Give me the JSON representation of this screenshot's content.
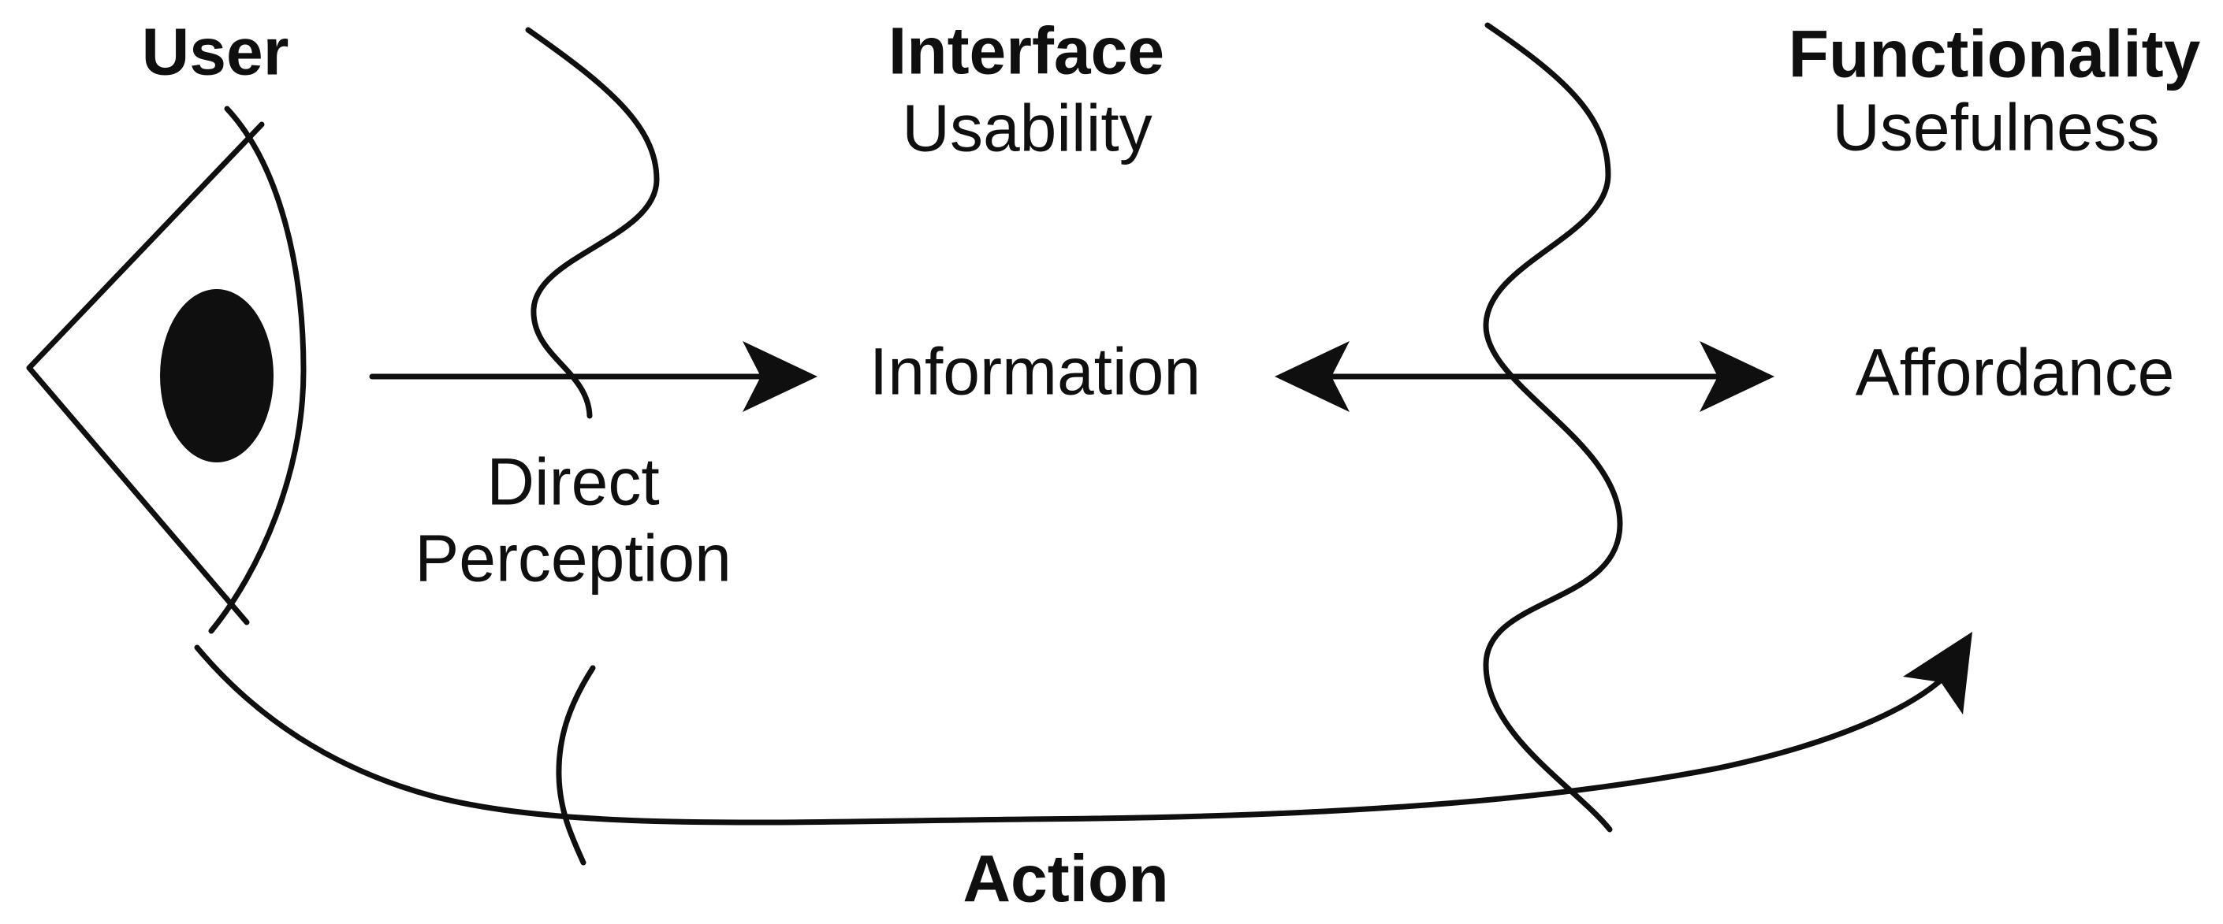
{
  "diagram": {
    "background_color": "#ffffff",
    "ink_color": "#0f0f0f",
    "sections": {
      "user": {
        "title": "User"
      },
      "interface": {
        "title": "Interface",
        "subtitle": "Usability"
      },
      "functionality": {
        "title": "Functionality",
        "subtitle": "Usefulness"
      }
    },
    "nodes": {
      "information": "Information",
      "affordance": "Affordance"
    },
    "arrows": {
      "direct_perception": {
        "line1": "Direct",
        "line2": "Perception"
      },
      "action": "Action"
    },
    "icons": {
      "user_symbol": "eye-icon",
      "boundary_left": "interface-boundary-wave",
      "boundary_right": "functionality-boundary-wave"
    }
  }
}
